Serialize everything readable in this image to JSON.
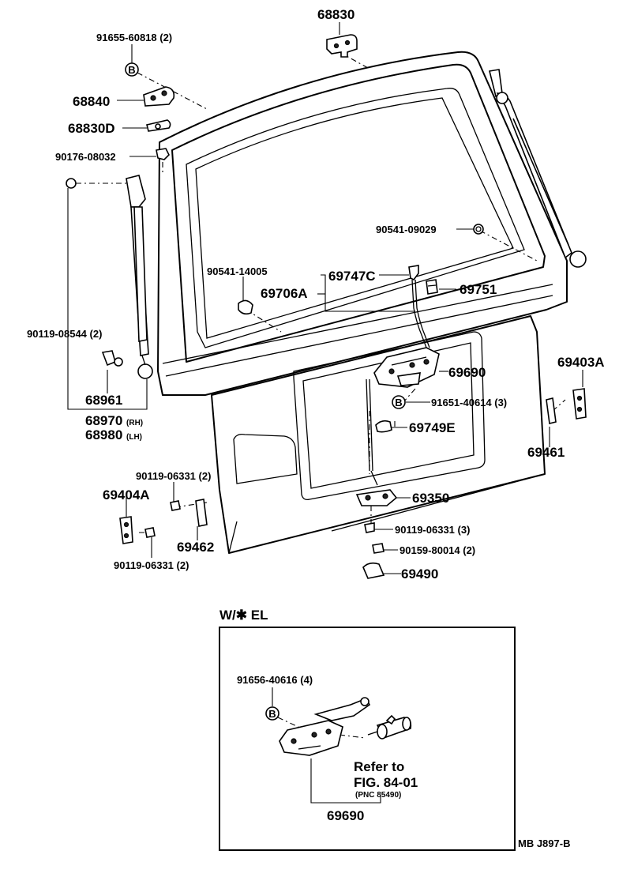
{
  "labels": {
    "p68830": "68830",
    "p91655_60818": "91655-60818 (2)",
    "p68840": "68840",
    "p68830D": "68830D",
    "p90176_08032": "90176-08032",
    "p90541_09029": "90541-09029",
    "p90541_14005": "90541-14005",
    "p69747C": "69747C",
    "p69706A": "69706A",
    "p69751": "69751",
    "p90119_08544": "90119-08544 (2)",
    "p69690": "69690",
    "p69403A": "69403A",
    "p68961": "68961",
    "p91651_40614": "91651-40614 (3)",
    "p68970_num": "68970",
    "p68970_suffix": "(RH)",
    "p68980_num": "68980",
    "p68980_suffix": "(LH)",
    "p69749E": "69749E",
    "p69461": "69461",
    "p90119_06331_a": "90119-06331 (2)",
    "p69404A": "69404A",
    "p69350": "69350",
    "p90119_06331_b": "90119-06331 (3)",
    "p69462": "69462",
    "p90159_80014": "90159-80014 (2)",
    "p90119_06331_c": "90119-06331 (2)",
    "p69490": "69490",
    "inset_title": "W/✱ EL",
    "p91656_40616": "91656-40616 (4)",
    "refer_line1": "Refer to",
    "refer_line2": "FIG. 84-01",
    "refer_line3": "(PNC 85490)",
    "p69690_inset": "69690",
    "drawing_code": "MB   J897-B",
    "bolt_mark": "B"
  }
}
